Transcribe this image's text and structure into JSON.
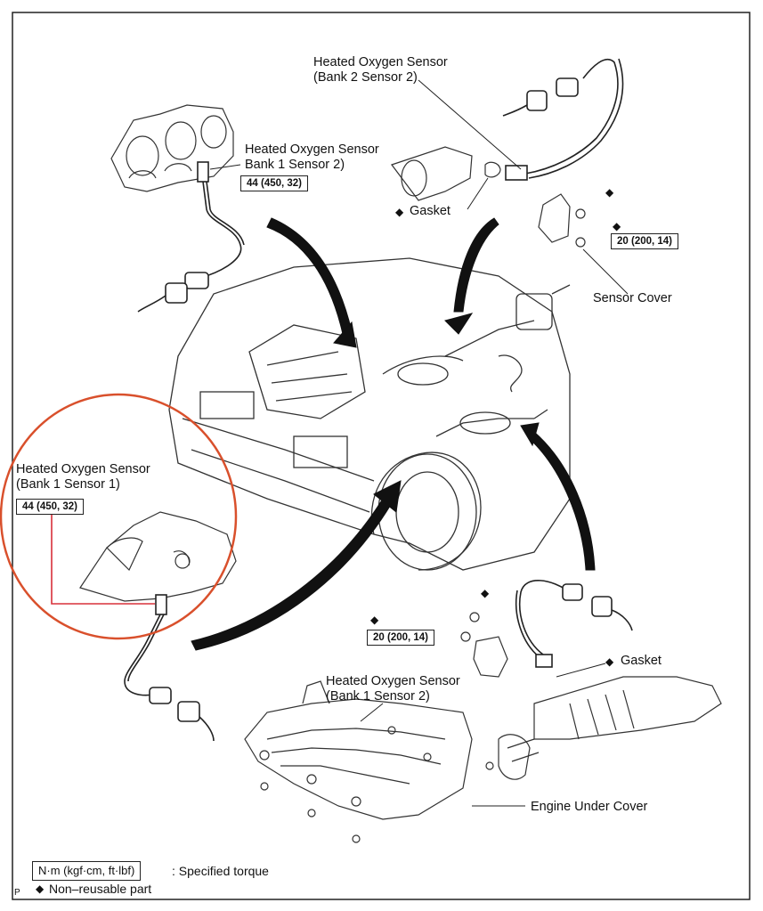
{
  "labels": {
    "ho2s_b2s2": [
      "Heated Oxygen Sensor",
      "(Bank 2 Sensor 2)"
    ],
    "ho2s_b1s2_top": [
      "Heated Oxygen Sensor",
      "Bank 1 Sensor 2)"
    ],
    "ho2s_b1s1": [
      "Heated Oxygen Sensor",
      "(Bank 1 Sensor 1)"
    ],
    "ho2s_b1s2_bottom": [
      "Heated Oxygen Sensor",
      "(Bank 1 Sensor 2)"
    ],
    "gasket": "Gasket",
    "sensor_cover": "Sensor Cover",
    "engine_under_cover": "Engine Under Cover"
  },
  "torques": {
    "t44": "44 (450, 32)",
    "t20": "20 (200, 14)"
  },
  "legend": {
    "torque_units": "N·m (kgf·cm, ft·lbf)",
    "torque_desc": ": Specified torque",
    "nonreusable": "Non–reusable part",
    "diamond": "◆"
  },
  "page_mark": "P",
  "colors": {
    "highlight_circle": "#d9502c",
    "highlight_leader": "#d9303a",
    "linework": "#1a1a1a"
  }
}
